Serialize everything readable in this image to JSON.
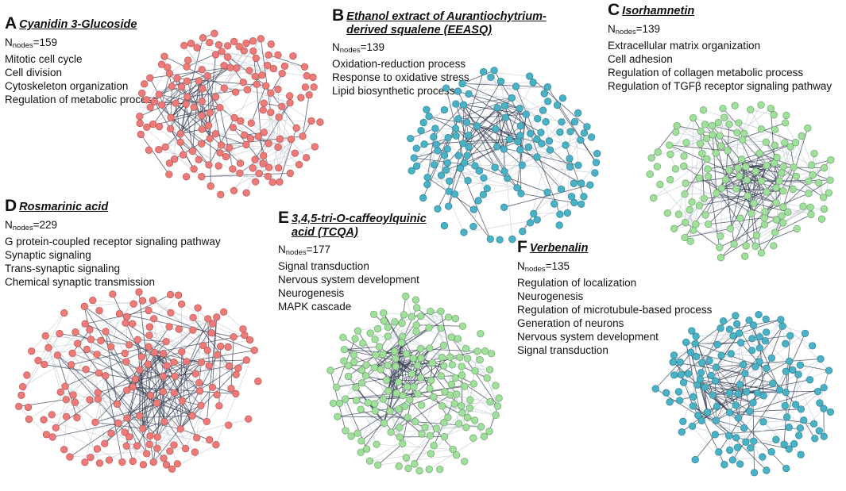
{
  "colors": {
    "red": "#f07a78",
    "teal": "#48b3c7",
    "green": "#9fe19b",
    "edge": "#3a4256",
    "edge_light": "#b9c0cc"
  },
  "panels": [
    {
      "id": "A",
      "letter": "A",
      "title": "Cyanidin 3-Glucoside",
      "nodes_label": "N",
      "nodes_sub": "nodes",
      "nodes_value": "=159",
      "terms": [
        "Mitotic cell cycle",
        "Cell division",
        "Cytoskeleton organization",
        "Regulation of metabolic process"
      ],
      "node_color": "red",
      "node_count": 159
    },
    {
      "id": "B",
      "letter": "B",
      "title": "Ethanol extract of Aurantiochytrium-derived squalene (EEASQ)",
      "nodes_label": "N",
      "nodes_sub": "nodes",
      "nodes_value": "=139",
      "terms": [
        "Oxidation-reduction process",
        "Response to oxidative stress",
        "Lipid biosynthetic process"
      ],
      "node_color": "teal",
      "node_count": 139
    },
    {
      "id": "C",
      "letter": "C",
      "title": "Isorhamnetin",
      "nodes_label": "N",
      "nodes_sub": "nodes",
      "nodes_value": "=139",
      "terms": [
        "Extracellular matrix organization",
        "Cell adhesion",
        "Regulation of collagen metabolic process",
        "Regulation of TGFβ receptor signaling pathway"
      ],
      "node_color": "green",
      "node_count": 139
    },
    {
      "id": "D",
      "letter": "D",
      "title": "Rosmarinic acid",
      "nodes_label": "N",
      "nodes_sub": "nodes",
      "nodes_value": "=229",
      "terms": [
        "G protein-coupled receptor signaling pathway",
        "Synaptic signaling",
        "Trans-synaptic signaling",
        "Chemical synaptic transmission"
      ],
      "node_color": "red",
      "node_count": 229
    },
    {
      "id": "E",
      "letter": "E",
      "title": "3,4,5-tri-O-caffeoylquinic acid (TCQA)",
      "nodes_label": "N",
      "nodes_sub": "nodes",
      "nodes_value": "=177",
      "terms": [
        "Signal transduction",
        "Nervous system development",
        "Neurogenesis",
        "MAPK cascade"
      ],
      "node_color": "green",
      "node_count": 177
    },
    {
      "id": "F",
      "letter": "F",
      "title": "Verbenalin",
      "nodes_label": "N",
      "nodes_sub": "nodes",
      "nodes_value": "=135",
      "terms": [
        "Regulation of localization",
        "Neurogenesis",
        "Regulation of microtubule-based process",
        "Generation of neurons",
        "Nervous system development",
        "Signal transduction"
      ],
      "node_color": "teal",
      "node_count": 135
    }
  ]
}
